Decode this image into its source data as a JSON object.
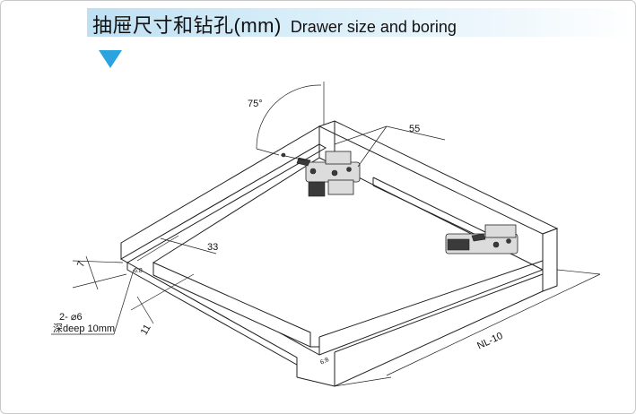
{
  "header": {
    "title_cn": "抽屉尺寸和钻孔(mm)",
    "title_en": "Drawer size and boring"
  },
  "dimensions": {
    "angle": "75°",
    "rear_hinge_offset": "55",
    "front_offset": "33",
    "side_height": "7",
    "front_depth": "11",
    "width": "NL-10",
    "hole_spacing_left": "6:8",
    "hole_spacing_front": "6:8"
  },
  "callout": {
    "holes": "2- ⌀6",
    "depth": "深deep 10mm"
  },
  "colors": {
    "title_gradient_start": "#bfe0f3",
    "marker": "#2aa3de",
    "line": "#222222"
  }
}
